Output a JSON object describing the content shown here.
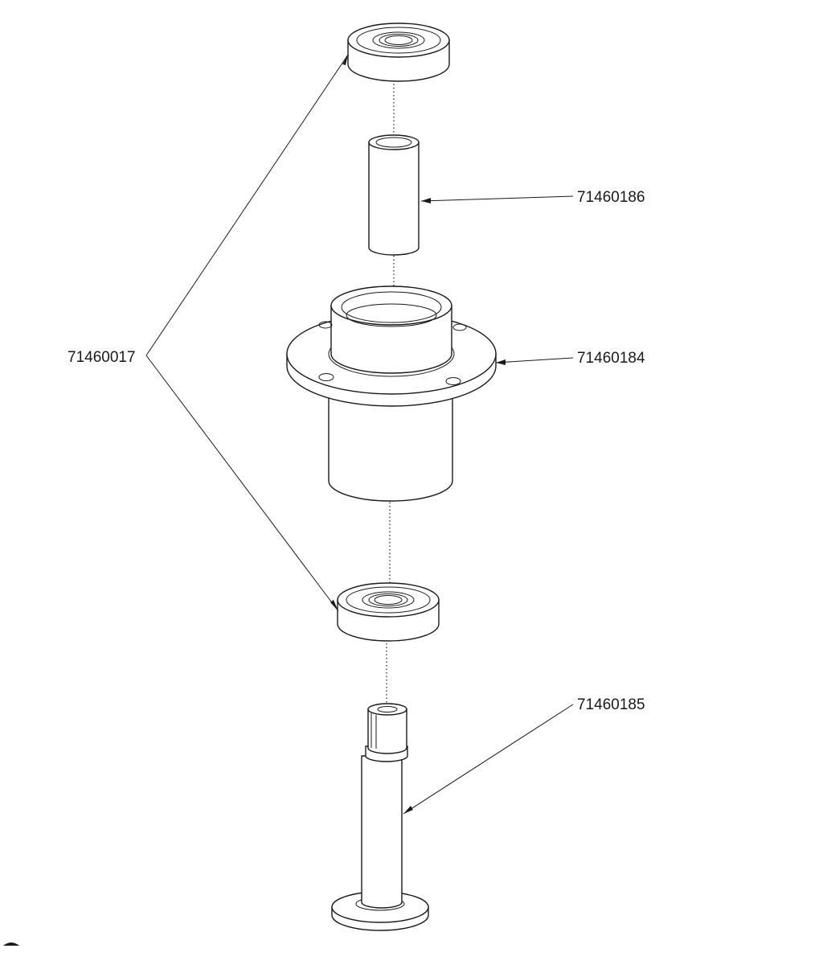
{
  "diagram": {
    "type": "exploded-parts-view",
    "line_color": "#1a1a1a",
    "background": "#ffffff",
    "callouts": {
      "bearing": "71460017",
      "spacer": "71460186",
      "housing": "71460184",
      "shaft": "71460185"
    }
  }
}
